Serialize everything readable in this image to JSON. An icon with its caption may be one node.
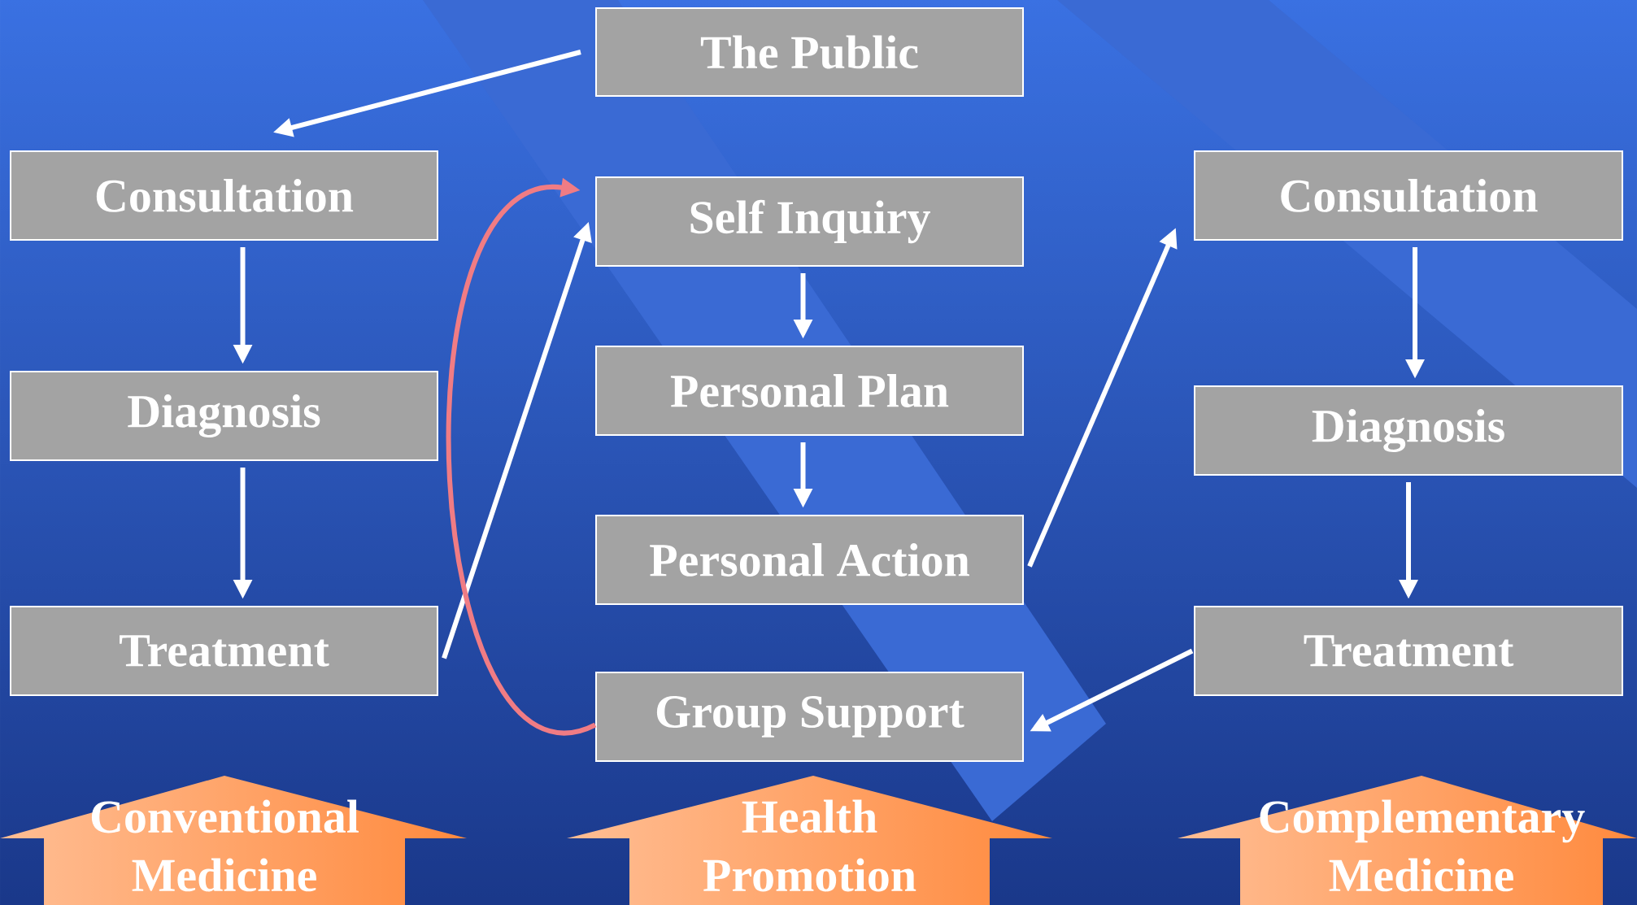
{
  "diagram": {
    "nodes": [
      {
        "text": [
          "The Public"
        ]
      },
      {
        "text": [
          "Consultation"
        ]
      },
      {
        "text": [
          "Diagnosis"
        ]
      },
      {
        "text": [
          "Treatment"
        ]
      },
      {
        "text": [
          "Self Inquiry"
        ]
      },
      {
        "text": [
          "Personal Plan"
        ]
      },
      {
        "text": [
          "Personal Action"
        ]
      },
      {
        "text": [
          "Group Support"
        ]
      },
      {
        "text": [
          "Consultation"
        ]
      },
      {
        "text": [
          "Diagnosis"
        ]
      },
      {
        "text": [
          "Treatment"
        ]
      },
      {
        "text": [
          "Conventional Medicine"
        ]
      },
      {
        "text": [
          "Health Promotion"
        ]
      },
      {
        "text": [
          "Complementary Medicine"
        ]
      }
    ],
    "edges": [
      {
        "from": 0,
        "to": 1,
        "arrow": "to"
      },
      {
        "from": 1,
        "to": 2,
        "arrow": "to"
      },
      {
        "from": 2,
        "to": 3,
        "arrow": "to"
      },
      {
        "from": 3,
        "to": 4,
        "arrow": "to"
      },
      {
        "from": 4,
        "to": 5,
        "arrow": "to"
      },
      {
        "from": 5,
        "to": 6,
        "arrow": "to"
      },
      {
        "from": 6,
        "to": 8,
        "arrow": "to"
      },
      {
        "from": 8,
        "to": 9,
        "arrow": "to"
      },
      {
        "from": 9,
        "to": 10,
        "arrow": "to"
      },
      {
        "from": 10,
        "to": 7,
        "arrow": "to"
      },
      {
        "from": 7,
        "to": 4,
        "arrow": "to",
        "color": "#f07c84"
      }
    ]
  }
}
